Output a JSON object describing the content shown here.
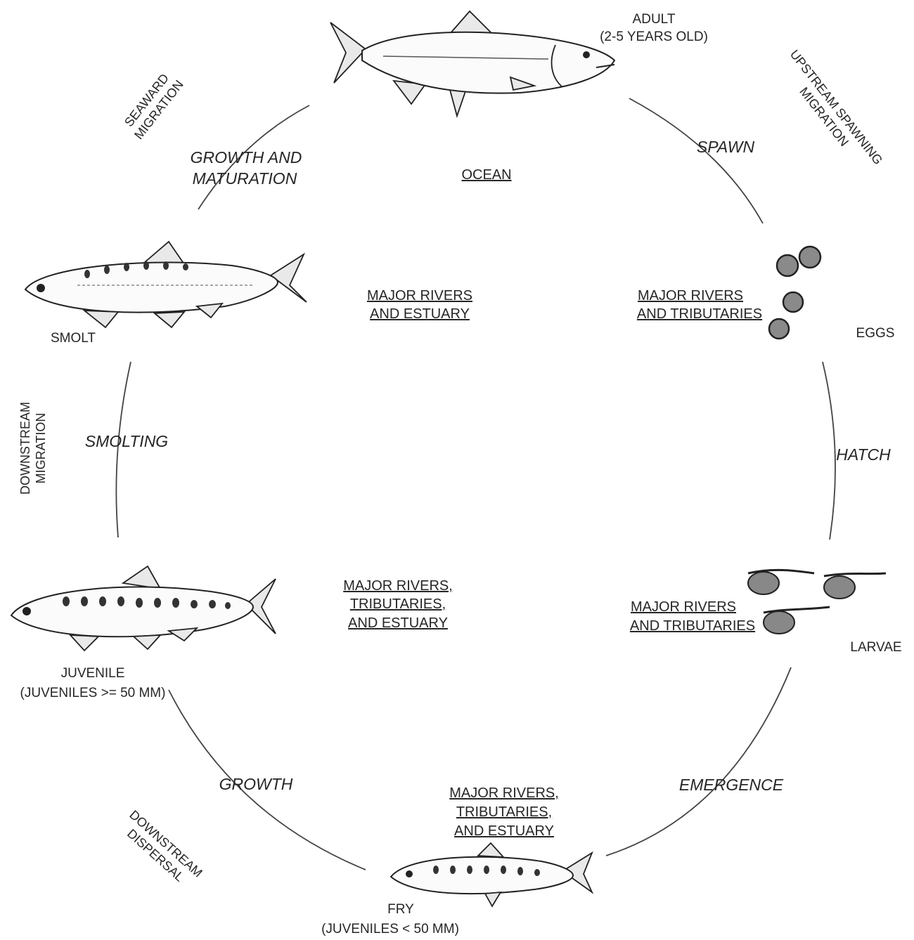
{
  "stages": {
    "adult": "ADULT",
    "adult_age": "(2-5 YEARS OLD)",
    "eggs": "EGGS",
    "larvae": "LARVAE",
    "fry": "FRY",
    "fry_size": "(JUVENILES < 50 MM)",
    "juvenile": "JUVENILE",
    "juvenile_size": "(JUVENILES >= 50 MM)",
    "smolt": "SMOLT"
  },
  "processes": {
    "spawn": "SPAWN",
    "hatch": "HATCH",
    "emergence": "EMERGENCE",
    "growth": "GROWTH",
    "smolting": "SMOLTING",
    "growth_maturation_1": "GROWTH AND",
    "growth_maturation_2": "MATURATION"
  },
  "habitats": {
    "ocean": "OCEAN",
    "rivers_estuary_1": "MAJOR RIVERS",
    "rivers_estuary_2": "AND ESTUARY",
    "rivers_tribs_eggs_1": "MAJOR RIVERS",
    "rivers_tribs_eggs_2": "AND TRIBUTARIES",
    "rivers_tribs_larvae_1": "MAJOR RIVERS",
    "rivers_tribs_larvae_2": "AND TRIBUTARIES",
    "rivers_tribs_estuary_mid_1": "MAJOR RIVERS,",
    "rivers_tribs_estuary_mid_2": "TRIBUTARIES,",
    "rivers_tribs_estuary_mid_3": "AND ESTUARY",
    "rivers_tribs_estuary_fry_1": "MAJOR RIVERS,",
    "rivers_tribs_estuary_fry_2": "TRIBUTARIES,",
    "rivers_tribs_estuary_fry_3": "AND ESTUARY"
  },
  "migrations": {
    "seaward_1": "SEAWARD",
    "seaward_2": "MIGRATION",
    "upstream_1": "UPSTREAM SPAWNING",
    "upstream_2": "MIGRATION",
    "downstream_mig_1": "DOWNSTREAM",
    "downstream_mig_2": "MIGRATION",
    "downstream_disp_1": "DOWNSTREAM",
    "downstream_disp_2": "DISPERSAL"
  }
}
